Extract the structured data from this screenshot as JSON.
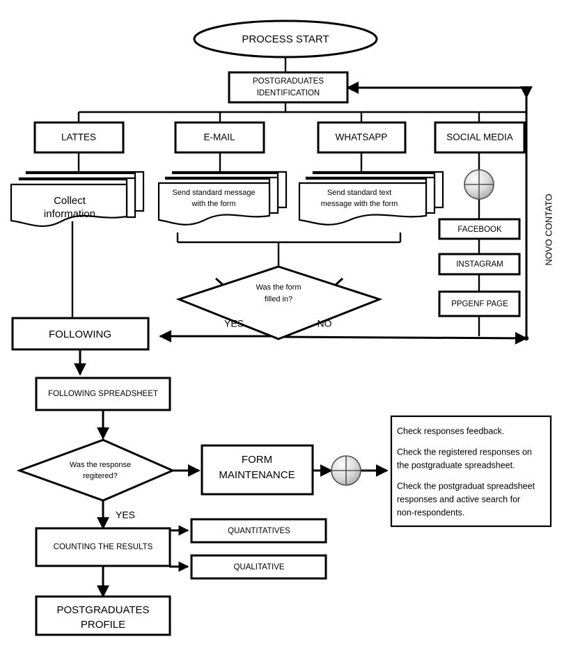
{
  "diagram": {
    "title_label": "PROCESS START",
    "side_label": "NOVO CONTATO",
    "nodes": {
      "start": "PROCESS START",
      "identification": "POSTGRADUATES\nIDENTIFICATION",
      "identification_line1": "POSTGRADUATES",
      "identification_line2": "IDENTIFICATION",
      "lattes": "LATTES",
      "email": "E-MAIL",
      "whatsapp": "WHATSAPP",
      "social_media": "SOCIAL MEDIA",
      "collect_line1": "Collect",
      "collect_line2": "information",
      "email_doc_line1": "Send standard message",
      "email_doc_line2": "with the form",
      "whatsapp_doc_line1": "Send standard text",
      "whatsapp_doc_line2": "message with the form",
      "facebook": "FACEBOOK",
      "instagram": "INSTAGRAM",
      "ppgenf": "PPGENF PAGE",
      "decision1_line1": "Was the form",
      "decision1_line2": "filled in?",
      "following": "FOLLOWING",
      "following_spreadsheet": "FOLLOWING SPREADSHEET",
      "decision2_line1": "Was the response",
      "decision2_line2": "regitered?",
      "form_maintenance_line1": "FORM",
      "form_maintenance_line2": "MAINTENANCE",
      "counting": "COUNTING THE RESULTS",
      "quantitatives": "QUANTITATIVES",
      "qualitative": "QUALITATIVE",
      "profile_line1": "POSTGRADUATES",
      "profile_line2": "PROFILE"
    },
    "edge_labels": {
      "yes_top": "YES",
      "no_top": "NO",
      "yes_bottom": "YES"
    },
    "note": {
      "line1": "Check responses feedback.",
      "line2a": "Check the registered responses on",
      "line2b": "the postgraduate spreadsheet.",
      "line3a": "Check the postgraduat spreadsheet",
      "line3b": "responses and active search for",
      "line3c": "non-respondents."
    },
    "colors": {
      "stroke": "#000000",
      "background": "#ffffff",
      "connector_fill_light": "#f2f2f2",
      "connector_fill_dark": "#b8b8b8"
    }
  }
}
